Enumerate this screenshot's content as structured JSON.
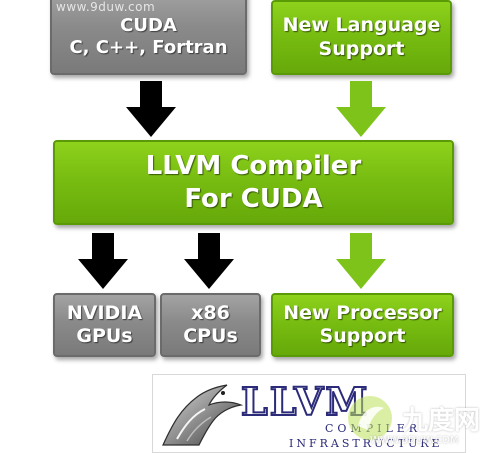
{
  "boxes": {
    "cuda": {
      "lines": [
        "CUDA",
        "C, C++, Fortran"
      ]
    },
    "new_language": {
      "lines": [
        "New Language",
        "Support"
      ]
    },
    "llvm": {
      "lines": [
        "LLVM Compiler",
        "For CUDA"
      ]
    },
    "nvidia": {
      "lines": [
        "NVIDIA",
        "GPUs"
      ]
    },
    "x86": {
      "lines": [
        "x86",
        "CPUs"
      ]
    },
    "new_processor": {
      "lines": [
        "New Processor",
        "Support"
      ]
    }
  },
  "logo": {
    "wordmark": "LLVM",
    "line1": "COMPILER",
    "line2": "INFRASTRUCTURE"
  },
  "watermarks": {
    "top_url": "www.9duw.com",
    "site_text": "九度网",
    "site_url": "WWW.9DUW.COM"
  },
  "colors": {
    "green": "#78bd11",
    "gray": "#8a8a8a",
    "black_arrow": "#000000",
    "green_arrow": "#7ec31a"
  },
  "icons": {
    "dragon": "llvm-dragon-icon",
    "down_arrow": "down-arrow-icon"
  }
}
